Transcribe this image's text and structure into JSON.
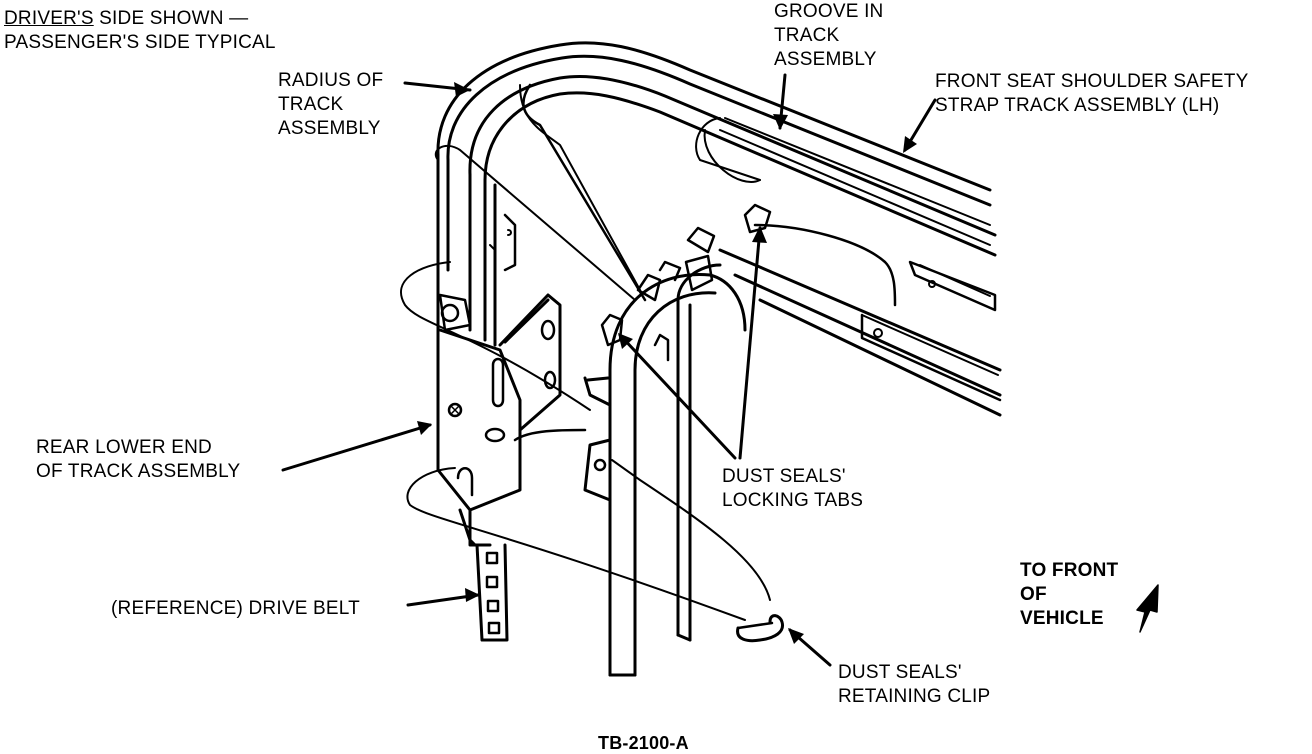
{
  "labels": {
    "view_note_underlined": "DRIVER'S",
    "view_note_rest": " SIDE SHOWN —",
    "view_note_line2": "PASSENGER'S SIDE TYPICAL",
    "radius": [
      "RADIUS OF",
      "TRACK",
      "ASSEMBLY"
    ],
    "groove": [
      "GROOVE IN",
      "TRACK",
      "ASSEMBLY"
    ],
    "track_assembly": [
      "FRONT SEAT SHOULDER SAFETY",
      "STRAP TRACK ASSEMBLY (LH)"
    ],
    "rear_lower_end": [
      "REAR LOWER END",
      "OF TRACK ASSEMBLY"
    ],
    "locking_tabs": [
      "DUST SEALS'",
      "LOCKING TABS"
    ],
    "to_front": [
      "TO FRONT",
      "OF",
      "VEHICLE"
    ],
    "drive_belt": "(REFERENCE) DRIVE BELT",
    "retaining_clip": [
      "DUST SEALS'",
      "RETAINING CLIP"
    ],
    "figure_id": "TB-2100-A"
  },
  "colors": {
    "ink": "#000000",
    "paper": "#ffffff"
  },
  "icons": {
    "direction": "front-direction-arrow-icon"
  }
}
